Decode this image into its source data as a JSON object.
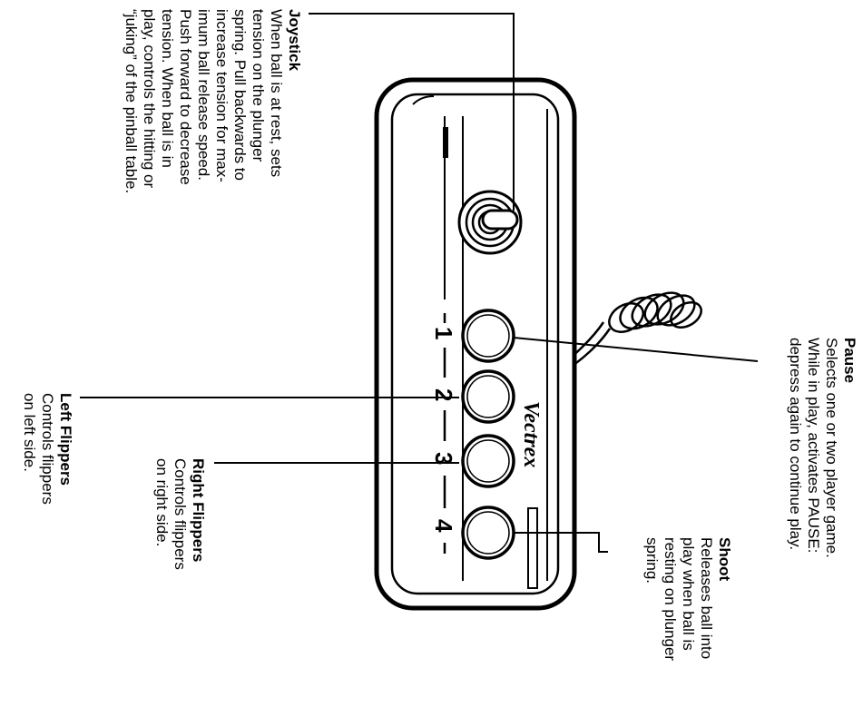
{
  "joystick": {
    "title": "Joystick",
    "lines": [
      "When ball is at rest, sets",
      "tension on the plunger",
      "spring. Pull backwards to",
      "increase tension for max-",
      "imum ball release speed.",
      "Push forward to decrease",
      "tension. When ball is in",
      "play, controls the hitting or",
      "“juking” of the pinball table."
    ]
  },
  "pause": {
    "title": "Pause",
    "lines": [
      "Selects one or two player game.",
      "While in play, activates PAUSE:",
      "depress again to continue play."
    ]
  },
  "shoot": {
    "title": "Shoot",
    "lines": [
      "Releases ball into",
      "play when ball is",
      "resting on plunger",
      "spring."
    ]
  },
  "right_flippers": {
    "title": "Right Flippers",
    "lines": [
      "Controls flippers",
      "on right side."
    ]
  },
  "left_flippers": {
    "title": "Left Flippers",
    "lines": [
      "Controls flippers",
      "on left side."
    ]
  },
  "controller": {
    "brand": "Vectrex",
    "button_numbers": [
      "1",
      "2",
      "3",
      "4"
    ]
  }
}
